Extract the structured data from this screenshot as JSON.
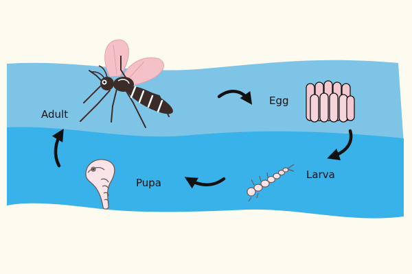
{
  "diagram": {
    "stages": [
      {
        "label": "Adult"
      },
      {
        "label": "Egg"
      },
      {
        "label": "Larva"
      },
      {
        "label": "Pupa"
      }
    ]
  },
  "icons": {
    "adult": "mosquito-icon",
    "egg": "egg-cluster-icon",
    "larva": "larva-icon",
    "pupa": "pupa-icon"
  },
  "colors": {
    "background": "#FDFBF0",
    "water_light": "#7EC4E6",
    "water_deep": "#39B1E9",
    "arrow": "#111111",
    "egg_fill": "#F3C9CF",
    "mosquito_body": "#3B2C2A",
    "wing": "#F5C1C8",
    "pupa_fill": "#FBE4E7"
  }
}
